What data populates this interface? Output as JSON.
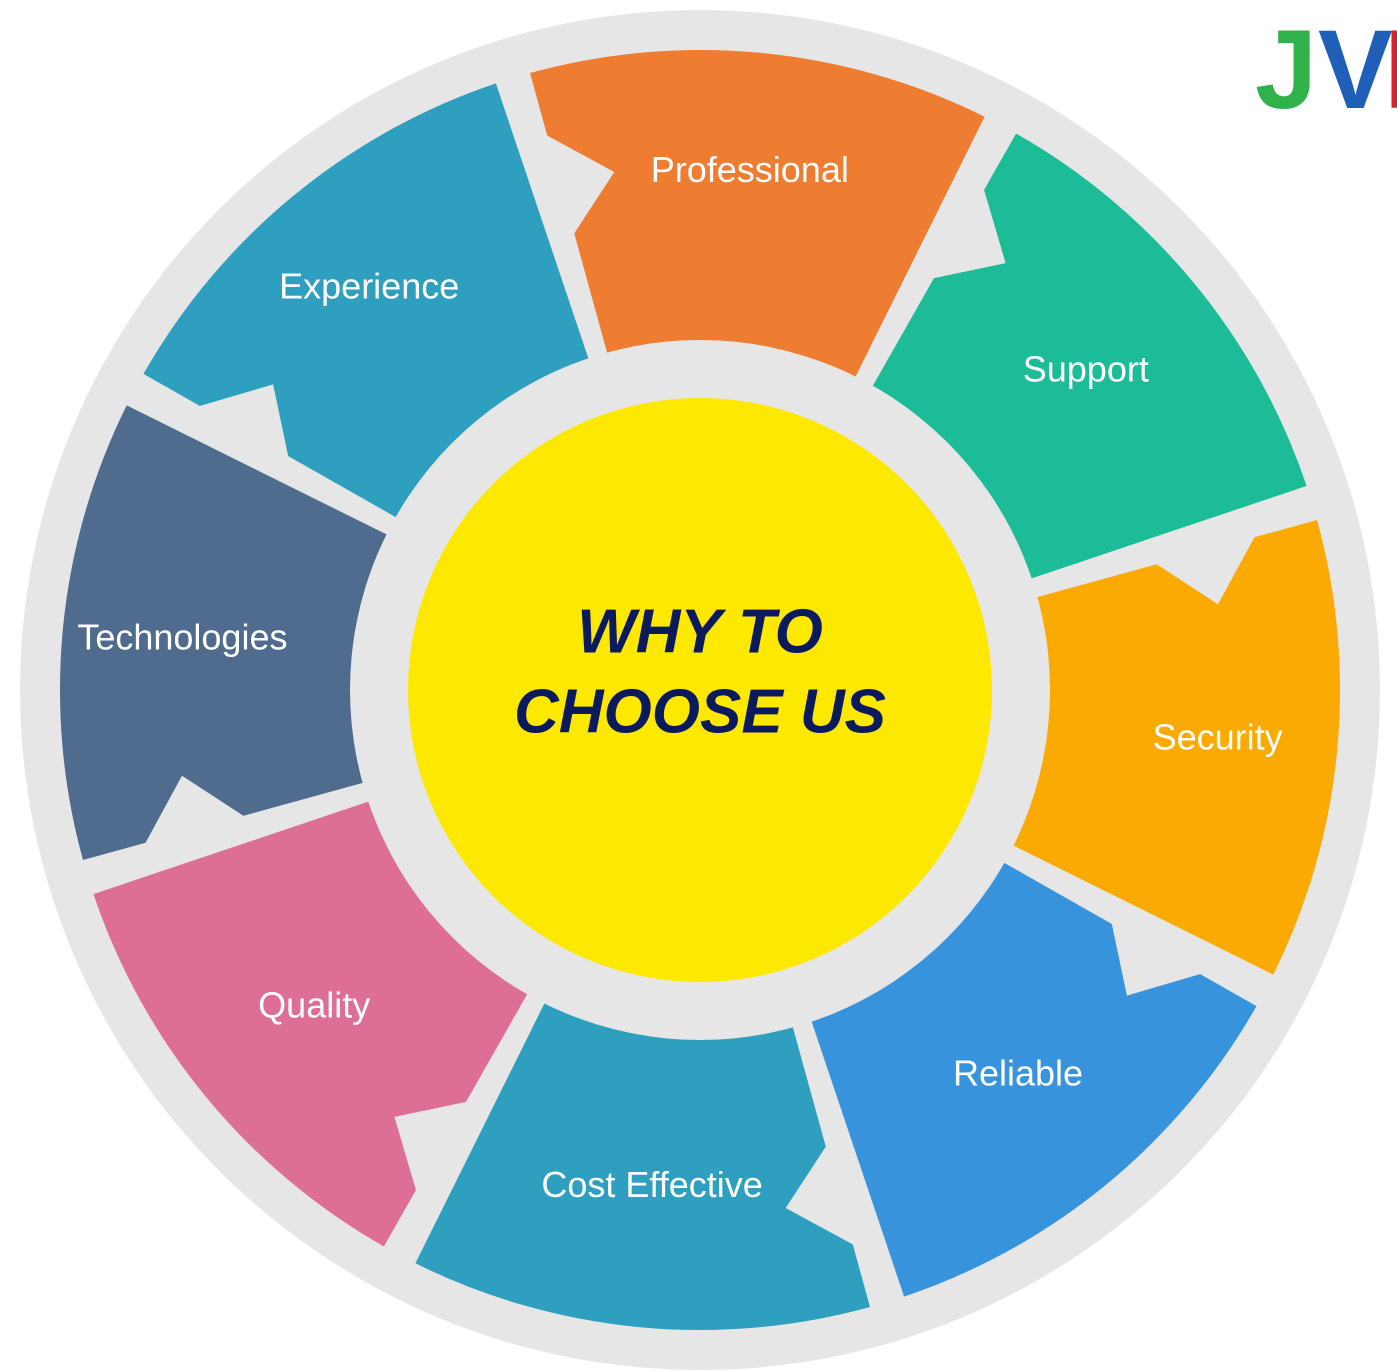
{
  "logo": {
    "text": "JVR",
    "letters": [
      {
        "char": "J",
        "color": "#2fb24a"
      },
      {
        "char": "V",
        "color": "#1f5fb8"
      },
      {
        "char": "R",
        "color": "#d8232a"
      }
    ],
    "accent_color": "#f4b400"
  },
  "center": {
    "line1": "WHY TO",
    "line2": "CHOOSE US",
    "fill_color": "#fde800",
    "text_color": "#0b1a5c"
  },
  "ring": {
    "background_color": "#e6e6e6"
  },
  "segments": [
    {
      "label": "Technologies",
      "color": "#4f6b8d"
    },
    {
      "label": "Experience",
      "color": "#2e9fbf"
    },
    {
      "label": "Professional",
      "color": "#ee7c31"
    },
    {
      "label": "Support",
      "color": "#1dbc98"
    },
    {
      "label": "Security",
      "color": "#fbaa04"
    },
    {
      "label": "Reliable",
      "color": "#3793dc"
    },
    {
      "label": "Cost Effective",
      "color": "#2e9fbf"
    },
    {
      "label": "Quality",
      "color": "#dd6e95"
    }
  ]
}
